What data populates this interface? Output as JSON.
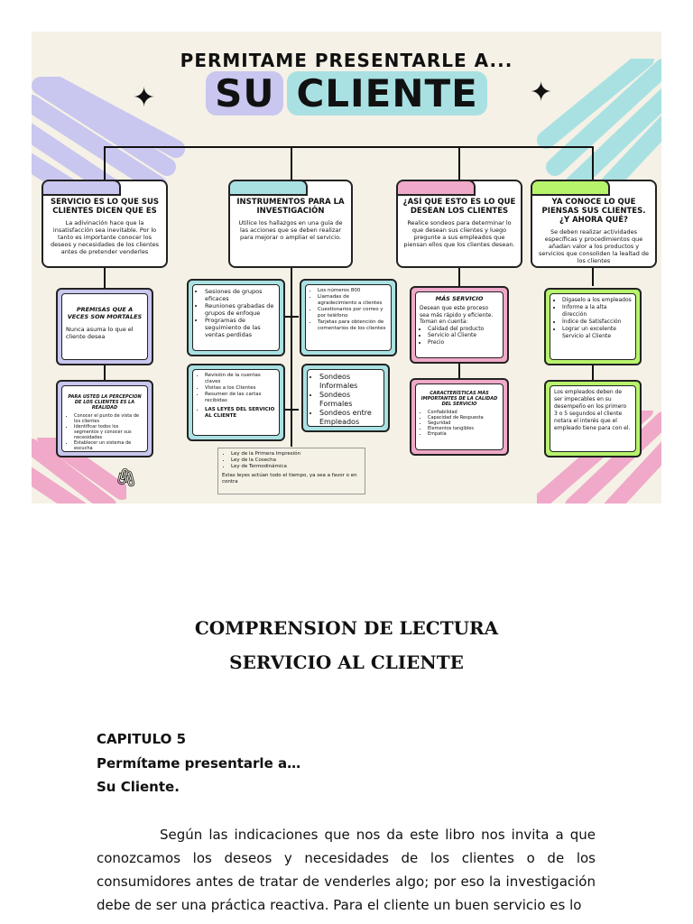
{
  "poster": {
    "pretitle": "PERMITAME PRESENTARLE A...",
    "title_a": "SU",
    "title_b": "CLIENTE",
    "colors": {
      "background": "#f5f1e6",
      "purple": "#c9c6ef",
      "teal": "#a9e1e3",
      "pink": "#f0a9c8",
      "green": "#b7f36b"
    },
    "columns": [
      {
        "title": "SERVICIO ES LO QUE SUS CLIENTES DICEN QUE ES",
        "text": "La adivinación hace que la insatisfacción sea inevitable. Por lo tanto es importante conocer los deseos y necesidades de los clientes antes de pretender venderles"
      },
      {
        "title": "INSTRUMENTOS PARA LA INVESTIGACIÓN",
        "text": "Utilice los hallazgos en una guía de las acciones que se deben realizar para mejorar o ampliar el servicio."
      },
      {
        "title": "¿ASÍ QUE ESTO ES LO QUE DESEAN LOS CLIENTES",
        "text": "Realice sondeos para determinar lo que desean sus clientes y luego pregunte a sus empleados que piensan ellos que los clientes desean."
      },
      {
        "title": "YA CONOCE LO QUE PIENSAS SUS CLIENTES. ¿Y AHORA QUÉ?",
        "text": "Se deben realizar actividades específicas y procedimientos que añadan valor a los productos y servicios que consoliden la lealtad de los clientes"
      }
    ],
    "premisas": {
      "title": "PREMISAS QUE A VECES SON MORTALES",
      "text": "Nunca asuma lo que el cliente desea"
    },
    "percepcion": {
      "title": "PARA USTED LA PERCEPCION DE LOS CLIENTES ES LA REALIDAD",
      "items": [
        "Conocer el punto de vista de los clientes",
        "Identificar todos los segmentos y conocer sus necesidades",
        "Establecer un sistema de escucha"
      ]
    },
    "instr_a": [
      "Sesiones de grupos eficaces",
      "Reuniones grabadas de grupos de enfoque",
      "Programas de seguimiento de las ventas perdidas"
    ],
    "instr_b": [
      "Los números 800",
      "Llamadas de agradecimiento a clientes",
      "Cuestionarios por correo y por teléfono",
      "Tarjetas para obtención de comentarios de los clientes"
    ],
    "instr_c": [
      "Revisión de la cuentas claves",
      "Visitas a los Clientes",
      "Resumen de las cartas recibidas"
    ],
    "instr_c_bold": "LAS LEYES DEL SERVICIO AL CLIENTE",
    "instr_d": [
      "Sondeos Informales",
      "Sondeos Formales",
      "Sondeos entre Empleados"
    ],
    "laws": {
      "items": [
        "Ley de la Primera Impresión",
        "Ley de la Cosecha",
        "Ley de Termodinámica"
      ],
      "note": "Estas leyes actúan todo el tiempo, ya sea a favor o en contra"
    },
    "mas_servicio": {
      "title": "MÁS SERVICIO",
      "text": "Desean que este proceso sea más rápido y eficiente. Toman en cuenta:",
      "items": [
        "Calidad del producto",
        "Servicio al Cliente",
        "Precio"
      ]
    },
    "calidad": {
      "title": "CARACTERÍSTICAS MÁS IMPORTANTES DE LA CALIDAD DEL SERVICIO",
      "items": [
        "Confiabilidad",
        "Capacidad de Respuesta",
        "Seguridad",
        "Elementos tangibles",
        "Empatía"
      ]
    },
    "digaselo": [
      "Dígaselo a los empleados",
      "Informe a la alta dirección",
      "Índice de Satisfacción",
      "Lograr un excelente Servicio al Cliente"
    ],
    "empleados": "Los empleados deben de ser impecables en su desempeño en los primero 3 o 5 segundos el cliente notara el interés que el empleado tiene para con el."
  },
  "doc": {
    "title1": "COMPRENSION DE LECTURA",
    "title2": "SERVICIO AL CLIENTE",
    "chapter": "CAPITULO 5",
    "subtitle1": "Permítame presentarle a…",
    "subtitle2": "Su Cliente.",
    "paragraph": "Según las indicaciones que nos da este libro nos invita a que conozcamos los deseos y necesidades de los clientes o de los consumidores antes de tratar de venderles algo; por eso la investigación debe de ser una práctica reactiva. Para el cliente un buen servicio es lo"
  }
}
